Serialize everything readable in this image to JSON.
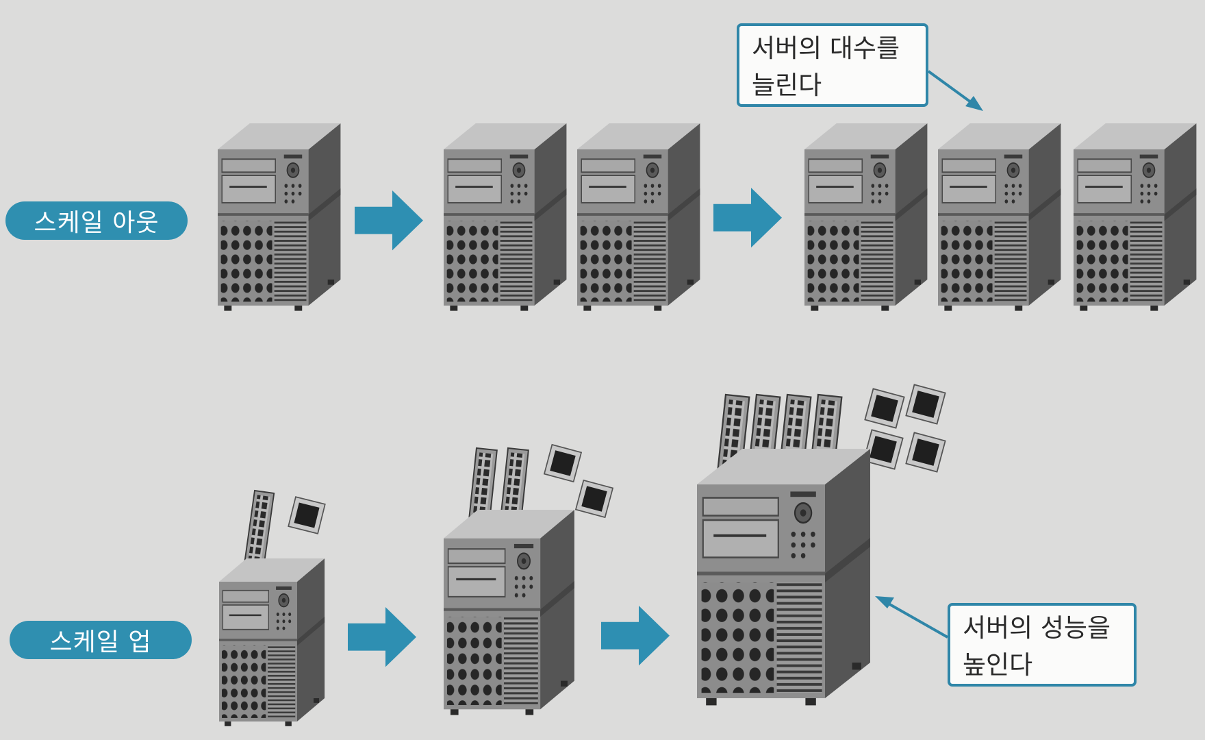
{
  "labels": {
    "scale_out": "스케일 아웃",
    "scale_up": "스케일 업"
  },
  "callouts": {
    "more_servers": {
      "line1": "서버의 대수를",
      "line2": "늘린다"
    },
    "better_server": {
      "line1": "서버의 성능을",
      "line2": "높인다"
    }
  },
  "icons": {
    "server": "server-tower-icon",
    "arrow": "right-arrow-icon",
    "memory": "memory-module-icon",
    "cpu": "cpu-chip-icon"
  },
  "colors": {
    "accent": "#2f8fb0",
    "arrow": "#2e8fb2",
    "server_front": "#8e8e8e",
    "server_side": "#555555",
    "server_top": "#c4c4c4",
    "background": "#dcdcdb"
  }
}
